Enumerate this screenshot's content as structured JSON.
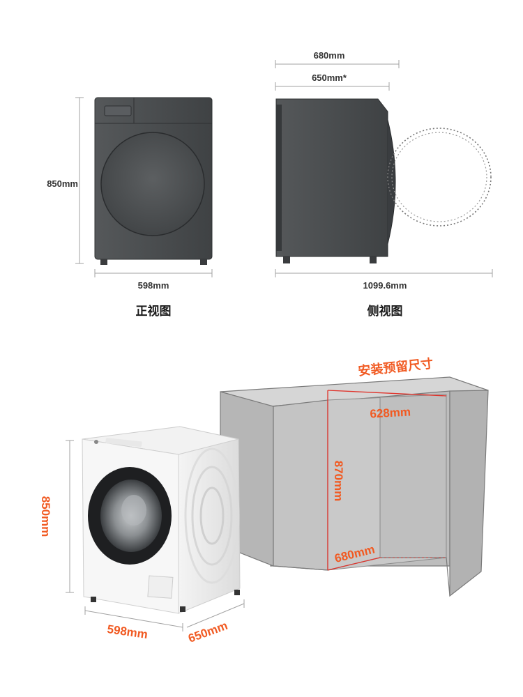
{
  "front_view": {
    "height_label": "850mm",
    "width_label": "598mm",
    "caption": "正视图"
  },
  "side_view": {
    "depth_outer_label": "680mm",
    "depth_inner_label": "650mm*",
    "depth_door_open_label": "1099.6mm",
    "caption": "侧视图"
  },
  "install": {
    "title": "安装预留尺寸",
    "width_label": "628mm",
    "height_label": "870mm",
    "depth_label": "680mm"
  },
  "machine": {
    "height_label": "850mm",
    "width_label": "598mm",
    "depth_label": "650mm"
  },
  "colors": {
    "accent": "#f15a22",
    "dark_unit": "#4a4d4f",
    "cabinet": "#b4b4b4",
    "dim_line": "#9a9a9a"
  }
}
